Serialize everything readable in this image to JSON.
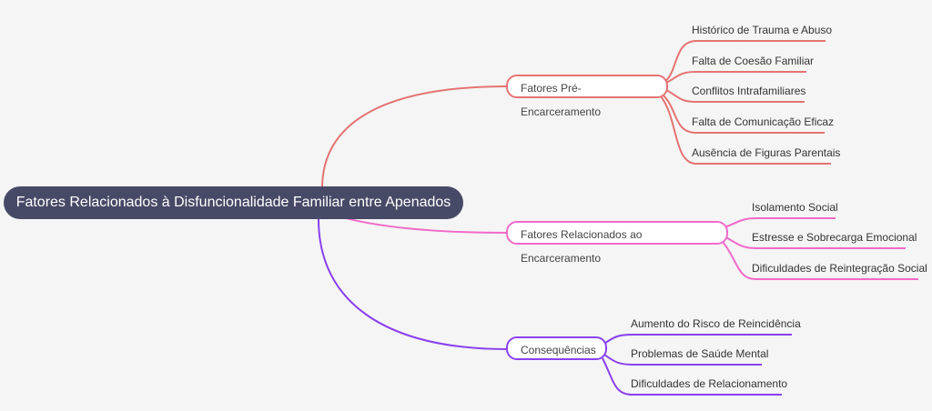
{
  "root": {
    "label": "Fatores Relacionados à Disfuncionalidade Familiar entre Apenados"
  },
  "colors": {
    "root": "#474a66",
    "branch1": "#e57373",
    "branch2": "#f06ac8",
    "branch3": "#8a40ee"
  },
  "branches": [
    {
      "label": "Fatores Pré-Encarceramento",
      "children": [
        "Histórico de Trauma e Abuso",
        "Falta de Coesão Familiar",
        "Conflitos Intrafamiliares",
        "Falta de Comunicação Eficaz",
        "Ausência de Figuras Parentais"
      ]
    },
    {
      "label": "Fatores Relacionados ao Encarceramento",
      "children": [
        "Isolamento Social",
        "Estresse e Sobrecarga Emocional",
        "Dificuldades de Reintegração Social"
      ]
    },
    {
      "label": "Consequências",
      "children": [
        "Aumento do Risco de Reincidência",
        "Problemas de Saúde Mental",
        "Dificuldades de Relacionamento"
      ]
    }
  ]
}
